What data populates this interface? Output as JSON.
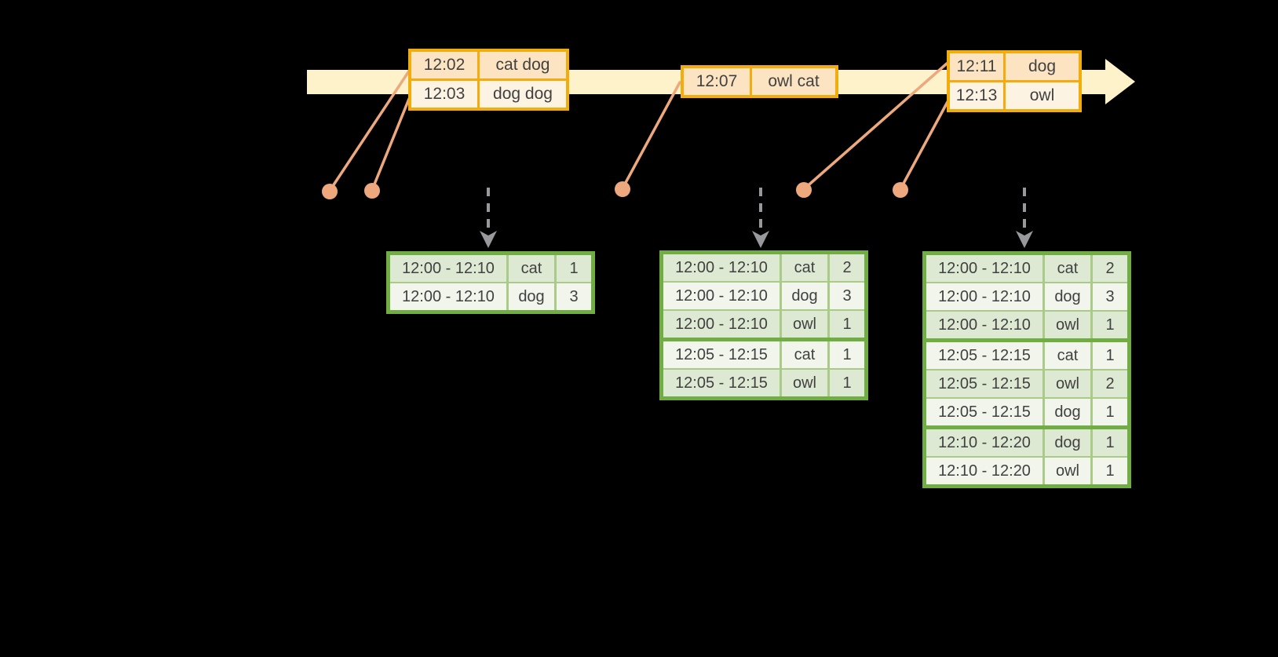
{
  "scene": {
    "background": "#000000"
  },
  "palette": {
    "scene_bg": "#000000",
    "timeline_band": "#fdf2ca",
    "event_border": "#f2ad0d",
    "event_row_dark": "#fce3c2",
    "event_row_light": "#fdf3e3",
    "connector": "#eda87e",
    "result_border": "#70ad42",
    "result_row_dark": "#dee9d3",
    "result_row_light": "#f1f5ec",
    "result_sep_thin": "#a9cb87",
    "arrow_gray": "#97999c",
    "text": "#414141"
  },
  "timeline": {
    "event_tables": [
      {
        "rows": [
          {
            "time": "12:02",
            "words": "cat dog"
          },
          {
            "time": "12:03",
            "words": "dog dog"
          }
        ]
      },
      {
        "rows": [
          {
            "time": "12:07",
            "words": "owl cat"
          }
        ]
      },
      {
        "rows": [
          {
            "time": "12:11",
            "words": "dog"
          },
          {
            "time": "12:13",
            "words": "owl"
          }
        ]
      }
    ]
  },
  "result_tables": [
    {
      "rows": [
        {
          "window": "12:00 - 12:10",
          "word": "cat",
          "count": "1"
        },
        {
          "window": "12:00 - 12:10",
          "word": "dog",
          "count": "3"
        }
      ],
      "group_breaks": []
    },
    {
      "rows": [
        {
          "window": "12:00 - 12:10",
          "word": "cat",
          "count": "2"
        },
        {
          "window": "12:00 - 12:10",
          "word": "dog",
          "count": "3"
        },
        {
          "window": "12:00 - 12:10",
          "word": "owl",
          "count": "1"
        },
        {
          "window": "12:05 - 12:15",
          "word": "cat",
          "count": "1"
        },
        {
          "window": "12:05 - 12:15",
          "word": "owl",
          "count": "1"
        }
      ],
      "group_breaks": [
        3
      ]
    },
    {
      "rows": [
        {
          "window": "12:00 - 12:10",
          "word": "cat",
          "count": "2"
        },
        {
          "window": "12:00 - 12:10",
          "word": "dog",
          "count": "3"
        },
        {
          "window": "12:00 - 12:10",
          "word": "owl",
          "count": "1"
        },
        {
          "window": "12:05 - 12:15",
          "word": "cat",
          "count": "1"
        },
        {
          "window": "12:05 - 12:15",
          "word": "owl",
          "count": "2"
        },
        {
          "window": "12:05 - 12:15",
          "word": "dog",
          "count": "1"
        },
        {
          "window": "12:10 - 12:20",
          "word": "dog",
          "count": "1"
        },
        {
          "window": "12:10 - 12:20",
          "word": "owl",
          "count": "1"
        }
      ],
      "group_breaks": [
        3,
        6
      ]
    }
  ]
}
